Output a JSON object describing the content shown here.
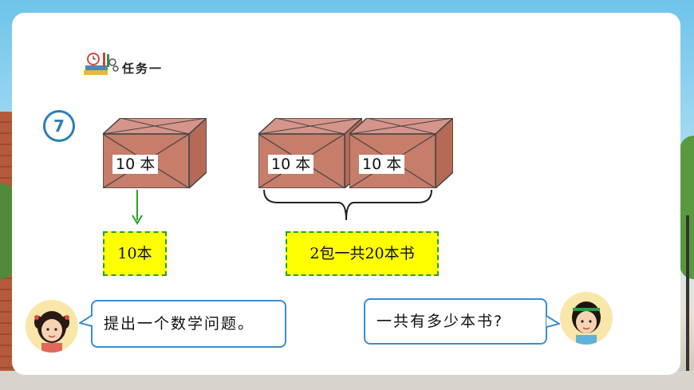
{
  "task": {
    "title": "任务一",
    "icon": "stationery-icon"
  },
  "problem": {
    "number": "7"
  },
  "boxes": [
    {
      "label": "10 本"
    },
    {
      "label": "10 本"
    },
    {
      "label": "10 本"
    }
  ],
  "answers": {
    "single": "10本",
    "total": "2包一共20本书"
  },
  "dialog": {
    "left": "提出一个数学问题。",
    "right": "一共有多少本书?"
  },
  "colors": {
    "badge": "#2f7db8",
    "box_fill": "#c67d6a",
    "box_top": "#d6958a",
    "box_side": "#b56a57",
    "highlight": "#ffff00",
    "dashed_border": "#2d9d2d",
    "bubble_border": "#3d8bd0"
  }
}
